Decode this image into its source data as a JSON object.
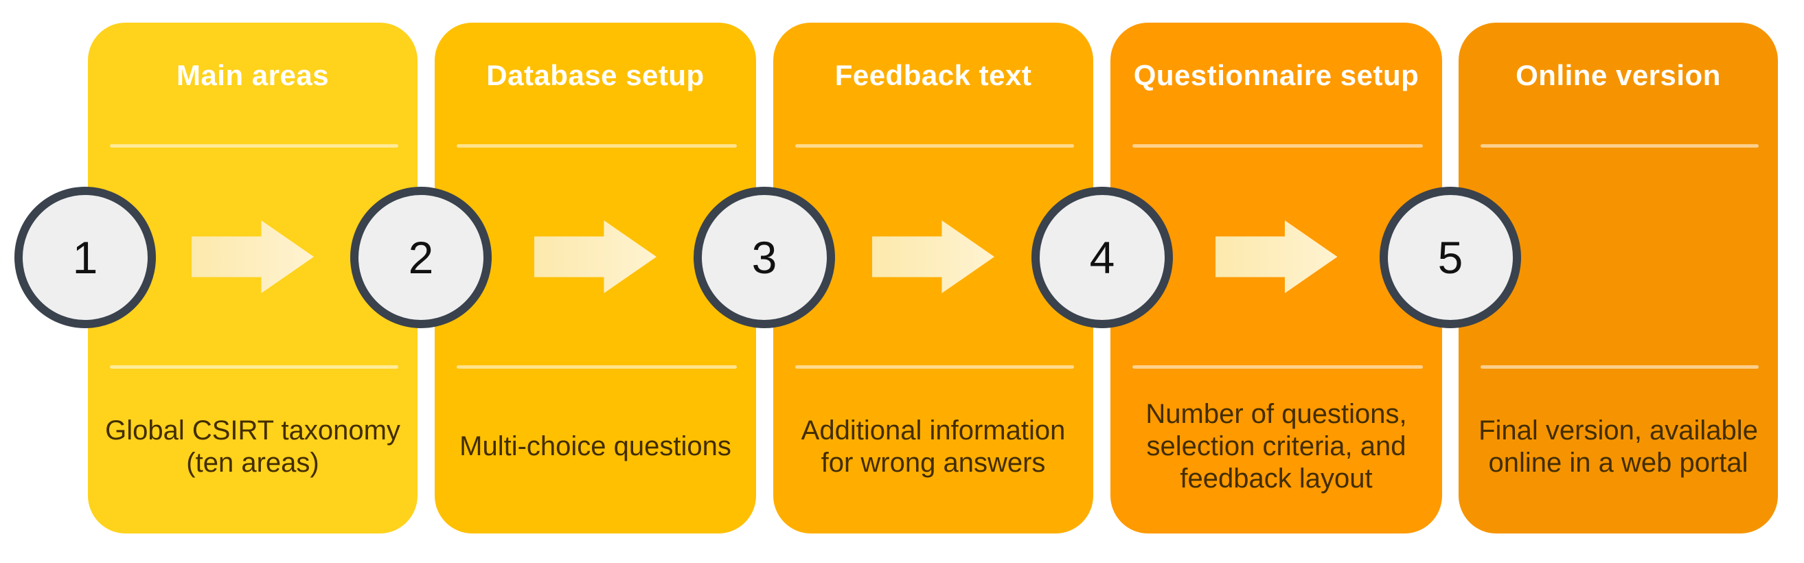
{
  "diagram": {
    "steps": [
      {
        "number": "1",
        "title": "Main areas",
        "color": "#FFD21C",
        "desc_lines": [
          "Global CSIRT taxonomy",
          "(ten areas)"
        ]
      },
      {
        "number": "2",
        "title": "Database setup",
        "color": "#FFC001",
        "desc_lines": [
          "Multi-choice questions"
        ]
      },
      {
        "number": "3",
        "title": "Feedback text",
        "color": "#FFAE00",
        "desc_lines": [
          "Additional information",
          "for wrong answers"
        ]
      },
      {
        "number": "4",
        "title": "Questionnaire setup",
        "color": "#FF9A00",
        "desc_lines": [
          "Number of questions,",
          "selection criteria, and",
          "feedback layout"
        ]
      },
      {
        "number": "5",
        "title": "Online version",
        "color": "#F59400",
        "desc_lines": [
          "Final version, available",
          "online in a web portal"
        ]
      }
    ]
  },
  "palette": {
    "background": "#FFFFFF",
    "circle-fill": "#EFEFEF",
    "circle-border": "#3A424D",
    "circle-number-color": "#111111",
    "arrow-fill-start": "#FCE9AC",
    "arrow-fill-end": "#FFF3D1",
    "title-color": "#FFFFFF",
    "desc-color": "#422D00",
    "divider-color": "rgba(255,255,255,0.55)"
  }
}
